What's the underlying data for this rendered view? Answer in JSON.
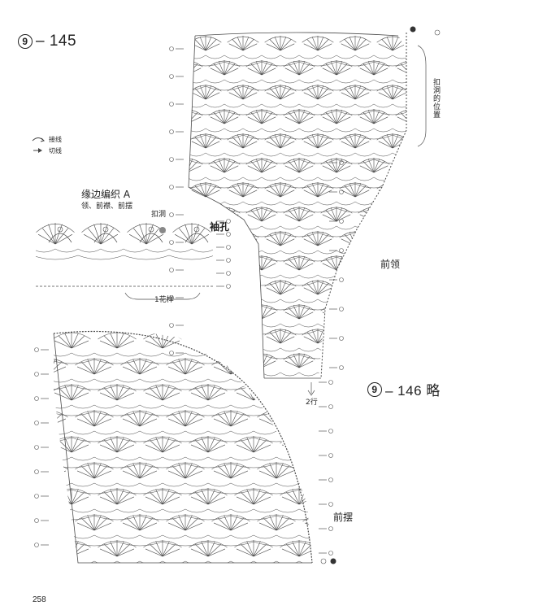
{
  "header": {
    "circled_number": "9",
    "title_rest": "– 145"
  },
  "subtitle_fig": {
    "circled_number": "9",
    "title_rest": "– 146 略"
  },
  "legend": {
    "join_label": "接线",
    "cut_label": "切线"
  },
  "edging": {
    "title": "缘边编织 A",
    "subtitle": "领、前襟、前摆",
    "button_label": "扣洞",
    "repeat_label": "1花样"
  },
  "labels": {
    "armhole": "袖孔",
    "front_neck": "前领",
    "front_hem": "前摆",
    "button_position": "扣洞的位置",
    "rows_label": "2行"
  },
  "page_number": "258",
  "colors": {
    "line": "#4a4a4a",
    "dot": "#333333",
    "marker": "#555555"
  }
}
